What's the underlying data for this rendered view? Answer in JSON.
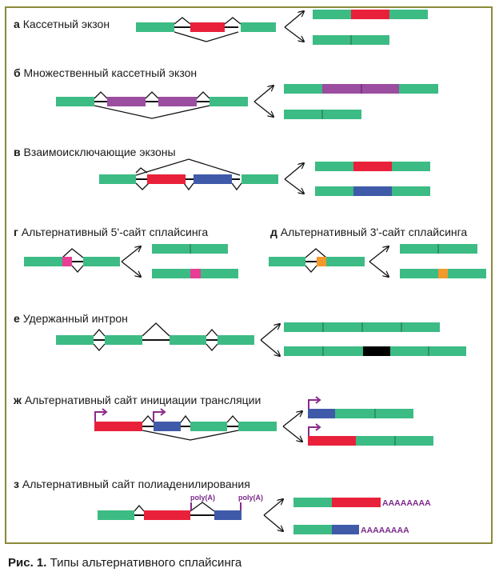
{
  "figure": {
    "panels": [
      {
        "letter": "а",
        "title": "Кассетный экзон"
      },
      {
        "letter": "б",
        "title": "Множественный кассетный экзон"
      },
      {
        "letter": "в",
        "title": "Взаимоисключающие экзоны"
      },
      {
        "letter": "г",
        "title": "Альтернативный 5'-сайт сплайсинга"
      },
      {
        "letter": "д",
        "title": "Альтернативный 3'-сайт сплайсинга"
      },
      {
        "letter": "е",
        "title": "Удержанный интрон"
      },
      {
        "letter": "ж",
        "title": "Альтернативный сайт инициации трансляции"
      },
      {
        "letter": "з",
        "title": "Альтернативный сайт полиаденилирования"
      }
    ],
    "polyA_label": "poly(A)",
    "polyA_tail": "AAAAAAAA",
    "caption_prefix": "Рис. 1.",
    "caption_text": "Типы альтернативного сплайсинга"
  },
  "colors": {
    "exon_constitutive": "#3dbb84",
    "exon_alt_red": "#e8203a",
    "exon_alt_purple": "#9b4da0",
    "exon_alt_blue": "#3f5aa8",
    "alt_pink": "#e83e96",
    "alt_orange": "#f3992b",
    "retained_intron": "#000000",
    "start_arrow": "#8a2a8a",
    "frame": "#8a8a3a"
  }
}
